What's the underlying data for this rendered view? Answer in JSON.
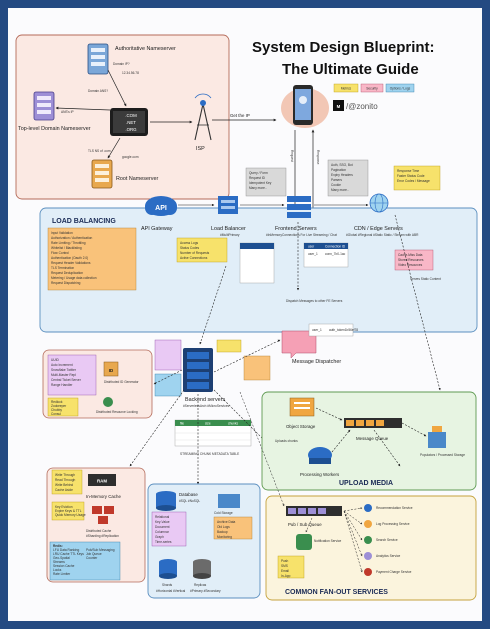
{
  "title": {
    "line1": "System Design Blueprint:",
    "line2": "The Ultimate Guide",
    "handle": "/@zonito"
  },
  "badges": [
    "Metrics",
    "Security",
    "Options / Logs"
  ],
  "dns": {
    "authoritative": "Authoritative Nameserver",
    "domain_ip": "Domain IP?",
    "ip": "12.34.56.78",
    "tld_label": "Top-level Domain Nameserver",
    "ans_ip": "ANS's IP",
    "domain_ans": "Domain ANS?",
    "tlds": [
      ".COM",
      ".NET",
      ".ORG"
    ],
    "tld_ip": "TLS NS of .com",
    "google": "google.com",
    "root": "Root Nameserver",
    "isp": "ISP",
    "get_ip": "Get the IP"
  },
  "phone_notes": {
    "request": "Request",
    "response": "Response",
    "left_note": [
      "Query / Form",
      "Request ID",
      "Idempotent Key",
      "Many more.."
    ],
    "mid_note": [
      "Auth, SSO, Bot",
      "Pagination",
      "Expiry Headers",
      "Parsers",
      "Cookie",
      "Many more.."
    ],
    "right_note": [
      "Response Time",
      "Faster Status Code",
      "Error Codes / Message"
    ]
  },
  "load_balancing": {
    "title": "LOAD BALANCING",
    "features": [
      "Input Validation",
      "Authorization / Authentication",
      "Rate Limiting / Throttling",
      "Whitelist / Blacklisting",
      "Flow Control",
      "Authentication (Oauth 2.0)",
      "Request Header Validations",
      "TLS Termination",
      "Request Deduplication",
      "Metering / Usage data collection",
      "Request Dispatching"
    ],
    "api_gateway": "API Gateway",
    "api_icon": "API",
    "lb_title": "Load Balancer",
    "lb_sub": "#MultiPrimary",
    "lb_note": [
      "Access Logs",
      "Status Codes",
      "Number of Requests",
      "Active Connections"
    ],
    "fe_title": "Frontend Servers",
    "fe_sub": "#InMemoryConnections For Live Streaming / Chat",
    "cdn_title": "CDN / Edge Servers",
    "cdn_sub": "#Global #Regional #Static Static / Stream with ABR",
    "cdn_note": [
      "Cache-Miss Data",
      "Stored Resources",
      "Video Resources"
    ],
    "dispatch": "Dispatch Messages to other FE Servers",
    "serve_req": "Serves Static Content"
  },
  "table": {
    "headers": [
      "user",
      "Connection ID"
    ],
    "row": [
      "user_1",
      "conn_7b0-1ac"
    ],
    "cols2": [
      "key",
      "value"
    ],
    "row2": [
      "user_1",
      "auth_token1b56ef78"
    ]
  },
  "dispatcher": "Message Dispatcher",
  "backend": {
    "title": "Backend servers",
    "sub": "#ServerlessArch #MicroServices",
    "stream_table": "STREAMING CHUNK METADATA TABLE",
    "stream_cols": [
      "file",
      "size",
      "chunks"
    ]
  },
  "id_gen": {
    "title": "Distributed ID Generator",
    "items": [
      "UUID",
      "Auto Increment",
      "Snowflake Twitter",
      "Multi-Master Repl",
      "Central Ticket Server",
      "Range Handler"
    ]
  },
  "locking": {
    "title": "Distributed Resource Locking",
    "items": [
      "Redlock",
      "Zookeeper",
      "Chubby",
      "Consul"
    ]
  },
  "cache": {
    "title": "In-Memory Cache",
    "ram": "RAM",
    "items": [
      "Write Through",
      "Read Through",
      "Write Behind",
      "Cache Aside"
    ],
    "dist_title": "Distributed Cache",
    "dist_sub": "#Sharding #Replication",
    "eviction": [
      "Key Eviction",
      "Expire Keys & TTL",
      "Quick Memory Usage"
    ],
    "redis_title": "Redis:",
    "redis_items": [
      "LFU Data Ranking",
      "LRU Cache TTL Keys",
      "Geo-Spatial",
      "Streams",
      "Session Cache",
      "Locks",
      "Rate Limiter",
      "Pub/Sub Messaging",
      "Job Queue",
      "Counter"
    ]
  },
  "database": {
    "title": "Database",
    "sub": "#SQL #NoSQL",
    "types": [
      "Relational",
      "Key-Value",
      "Document",
      "Columnar",
      "Graph",
      "Time-series"
    ],
    "cold": "Cold Storage",
    "cold_items": [
      "Archive Data",
      "Old Logs",
      "Backup",
      "Monitoring"
    ],
    "shards": "Shards",
    "replicas": "Replicas",
    "shard_sub": "#Horizontal #Vertical",
    "replica_sub": "#Primary #Secondary"
  },
  "upload": {
    "title": "UPLOAD MEDIA",
    "object_storage": "Object Storage",
    "processing": "Processing Workers",
    "queue": "Message Queue",
    "notify": "Populators / Processed Storage",
    "upload_note": "Uploads chunks",
    "steps": [
      "1",
      "2",
      "3"
    ]
  },
  "fanout": {
    "title": "COMMON FAN-OUT SERVICES",
    "pubsub": "Pub / Sub Queue",
    "notification": "Notification Service",
    "services": [
      "Recommendation Service",
      "Log Processing Service",
      "Search Service",
      "Analytics Service",
      "Payment Charge Service"
    ],
    "notif_items": [
      "Push",
      "SMS",
      "Email",
      "In-App"
    ]
  }
}
